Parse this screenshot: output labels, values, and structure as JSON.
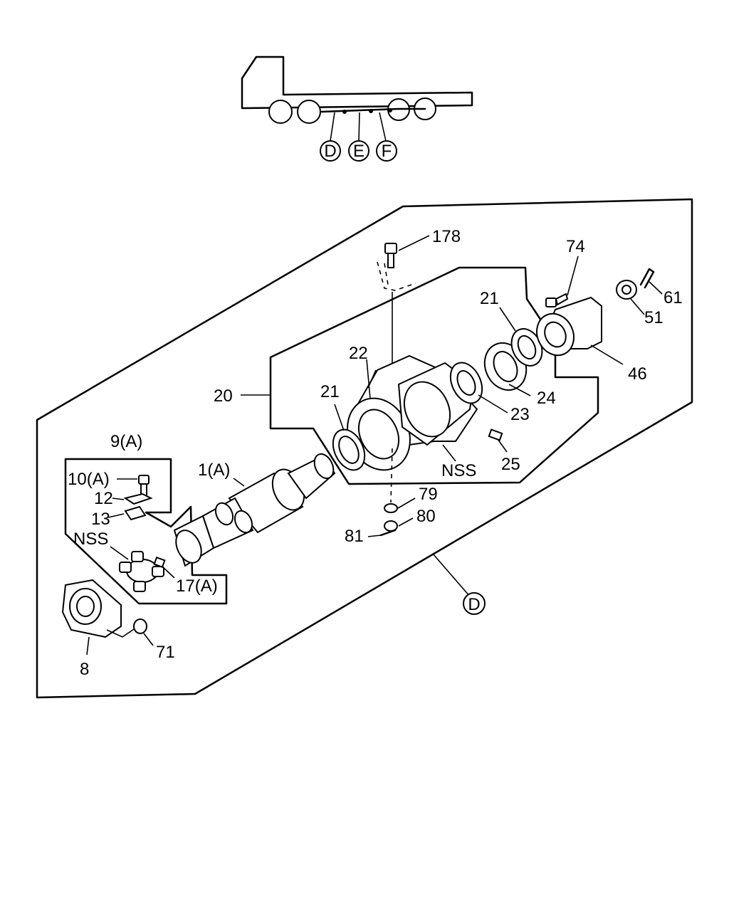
{
  "locator": {
    "markers": [
      "D",
      "E",
      "F"
    ]
  },
  "callouts": {
    "p178": "178",
    "p74": "74",
    "p61": "61",
    "p51": "51",
    "p21_right": "21",
    "p22": "22",
    "p46": "46",
    "p20": "20",
    "p21_left": "21",
    "p24": "24",
    "p23": "23",
    "p9a": "9(A)",
    "p1a": "1(A)",
    "nss_center": "NSS",
    "p25": "25",
    "p10a": "10(A)",
    "p79": "79",
    "p12": "12",
    "p80": "80",
    "p13": "13",
    "p81": "81",
    "nss_left": "NSS",
    "p17a": "17(A)",
    "marker_d": "D",
    "p71": "71",
    "p8": "8"
  }
}
